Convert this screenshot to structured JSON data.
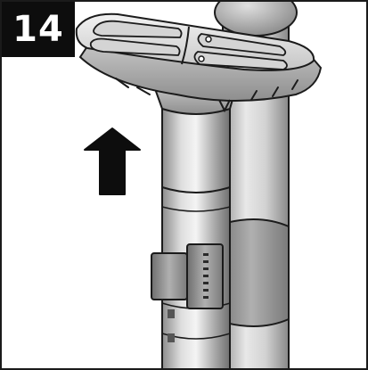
{
  "step": {
    "number": "14"
  },
  "illustration": {
    "subject": "vacuum-tube-with-upholstery-nozzle",
    "arrow_direction": "up",
    "colors": {
      "line": "#1b1b1b",
      "badge": "#0d0d0d",
      "metal_light": "#e6e6e6",
      "metal_mid": "#b4b4b4",
      "metal_dark": "#7c7c7c"
    }
  }
}
